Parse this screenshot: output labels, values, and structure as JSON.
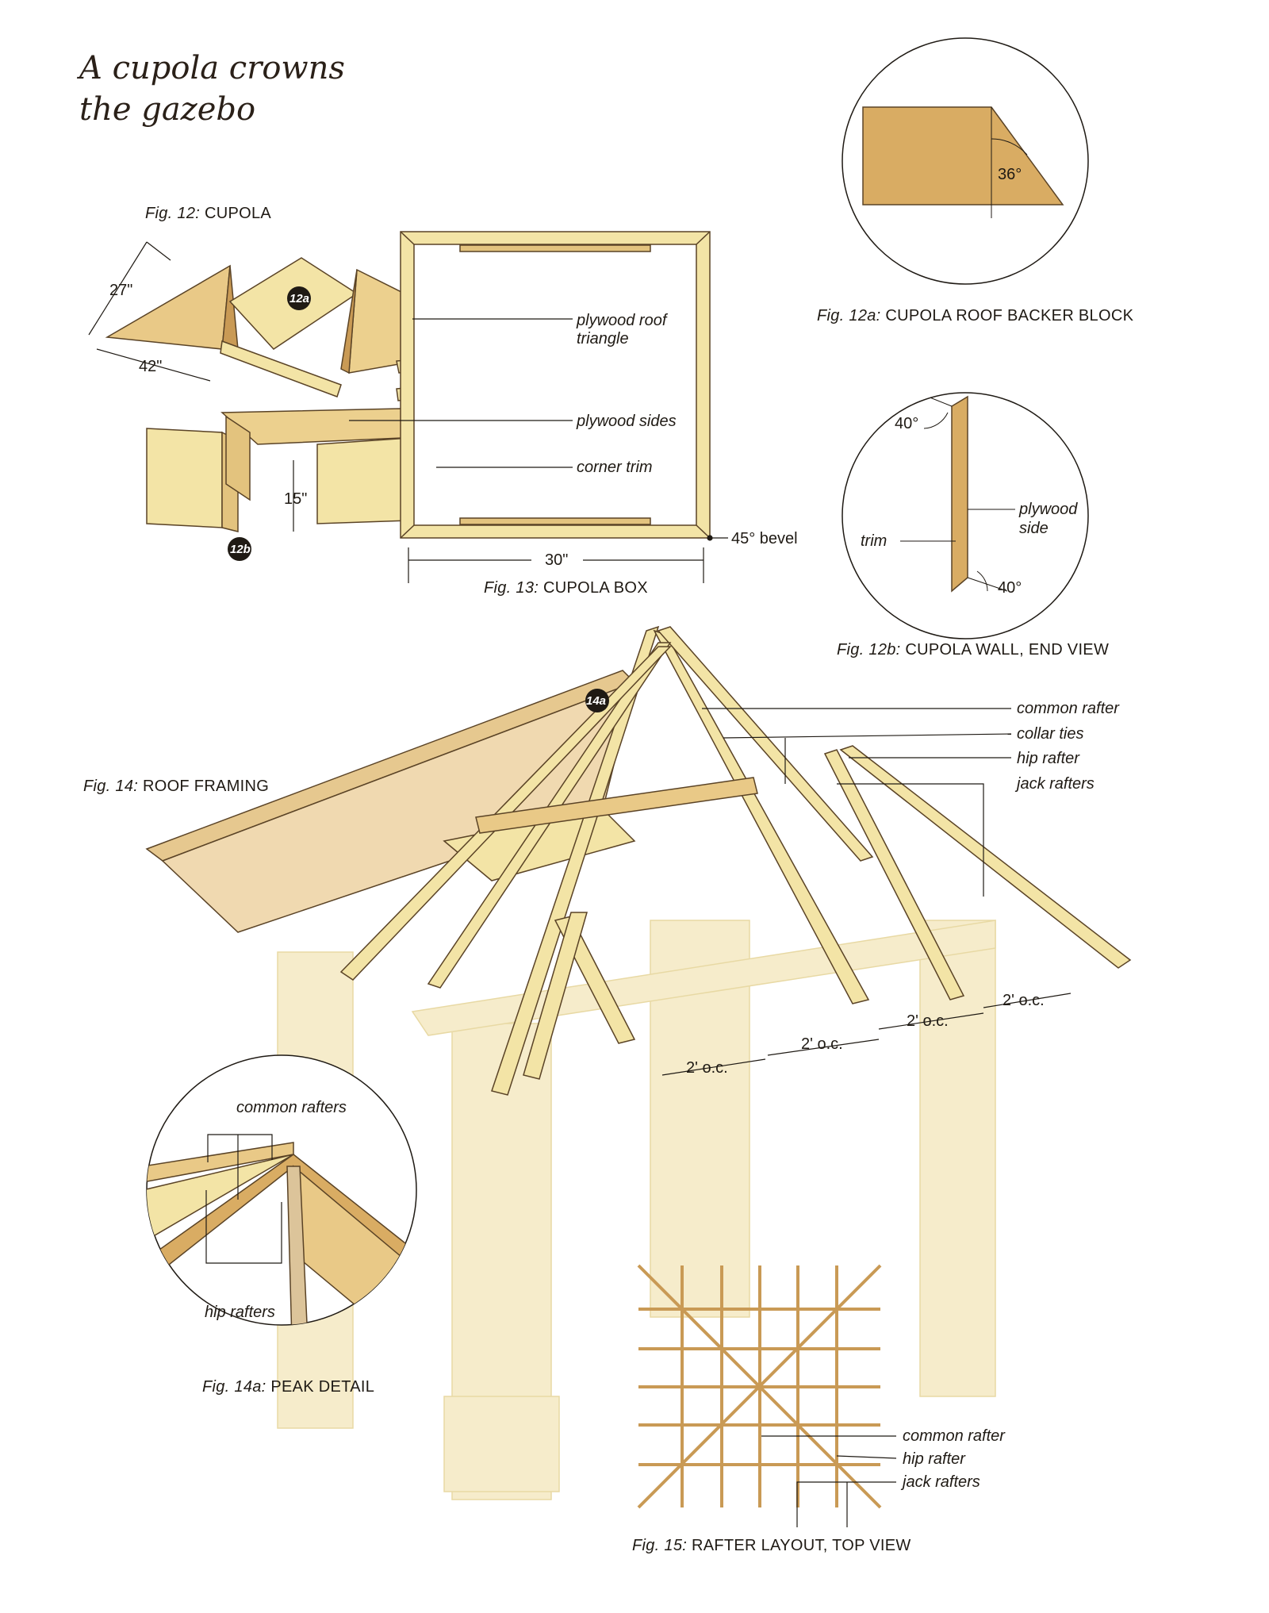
{
  "title": {
    "line1": "A cupola crowns",
    "line2": "the gazebo"
  },
  "figures": {
    "fig12": {
      "caption_prefix": "Fig. 12:",
      "caption": "CUPOLA",
      "dims": {
        "height": "27\"",
        "width": "42\"",
        "wall": "15\""
      },
      "badges": {
        "a": "12a",
        "b": "12b"
      },
      "callouts": {
        "roof": "plywood roof",
        "roof2": "triangle",
        "sides": "plywood sides",
        "trim": "corner trim"
      }
    },
    "fig13": {
      "caption_prefix": "Fig. 13:",
      "caption": "CUPOLA BOX",
      "width": "30\"",
      "bevel": "45° bevel"
    },
    "fig12a": {
      "caption_prefix": "Fig. 12a:",
      "caption": "CUPOLA ROOF BACKER BLOCK",
      "angle": "36°"
    },
    "fig12b": {
      "caption_prefix": "Fig. 12b:",
      "caption": "CUPOLA WALL, END VIEW",
      "angle_top": "40°",
      "angle_bottom": "40°",
      "side1": "plywood",
      "side2": "side",
      "trim": "trim"
    },
    "fig14": {
      "caption_prefix": "Fig. 14:",
      "caption": "ROOF FRAMING",
      "badge": "14a",
      "callouts": {
        "common": "common rafter",
        "collar": "collar ties",
        "hip": "hip rafter",
        "jack": "jack rafters"
      },
      "spacing": [
        "2' o.c.",
        "2' o.c.",
        "2' o.c.",
        "2' o.c."
      ]
    },
    "fig14a": {
      "caption_prefix": "Fig. 14a:",
      "caption": "PEAK DETAIL",
      "common": "common rafters",
      "hip": "hip rafters"
    },
    "fig15": {
      "caption_prefix": "Fig. 15:",
      "caption": "RAFTER LAYOUT, TOP VIEW",
      "common": "common rafter",
      "hip": "hip rafter",
      "jack": "jack rafters"
    }
  },
  "colors": {
    "wood_light": "#f3e4a6",
    "wood_mid": "#e9c987",
    "wood_dark": "#c99a55",
    "outline": "#5a4326",
    "ghost": "#f6eccb"
  }
}
